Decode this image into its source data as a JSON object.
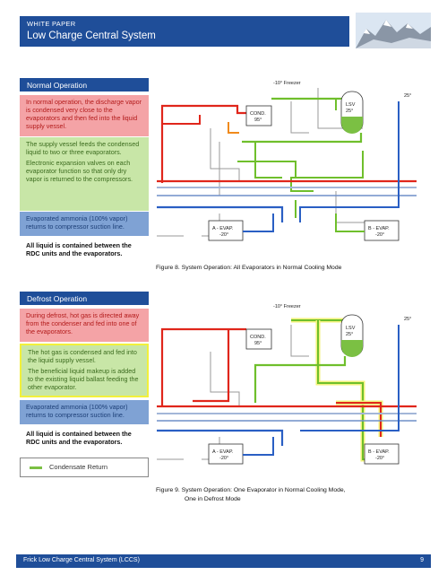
{
  "header": {
    "kicker": "WHITE PAPER",
    "title": "Low Charge Central System"
  },
  "section1": {
    "title": "Normal Operation",
    "pink": "In normal operation, the discharge vapor is condensed very close to the evaporators and then fed into the liquid supply vessel.",
    "green1": "The supply vessel feeds the condensed liquid to two or three evaporators.",
    "green2": "Electronic expansion valves on each evaporator function so that only dry vapor is returned to the compressors.",
    "blue": "Evaporated ammonia (100% vapor) returns to compressor suction line.",
    "white": "All liquid is contained between the RDC units and the evaporators.",
    "caption": "Figure 8. System Operation: All Evaporators in Normal Cooling Mode"
  },
  "section2": {
    "title": "Defrost Operation",
    "pink": "During defrost, hot gas is directed away from the condenser and fed into one of the evaporators.",
    "green1": "The hot gas is condensed and fed into the liquid supply vessel.",
    "green2": "The beneficial liquid makeup is added to the existing liquid ballast feeding the other evaporator.",
    "blue": "Evaporated ammonia (100% vapor) returns to compressor suction line.",
    "white": "All liquid is contained between the RDC units and the evaporators.",
    "caption_line1": "Figure 9. System Operation: One Evaporator in Normal Cooling Mode,",
    "caption_line2": "One in Defrost Mode"
  },
  "legend": {
    "label": "Condensate Return",
    "color": "#7bc043"
  },
  "diagram": {
    "freezer": "-10° Freezer",
    "outdoor": "25°",
    "cond": "COND.",
    "cond_temp": "95°",
    "lsv": "LSV",
    "lsv_temp": "25°",
    "evap_a": "A - EVAP.",
    "evap_a_temp": "-20°",
    "evap_b": "B - EVAP.",
    "evap_b_temp": "-20°"
  },
  "colors": {
    "red": "#e0261b",
    "green": "#6fbf2c",
    "blue": "#2a5fc4",
    "yellow": "#f2f27a",
    "orange": "#f08a1c",
    "gray": "#9a9a9a"
  },
  "footer": {
    "left": "Frick Low Charge Central System (LCCS)",
    "page": "9"
  }
}
